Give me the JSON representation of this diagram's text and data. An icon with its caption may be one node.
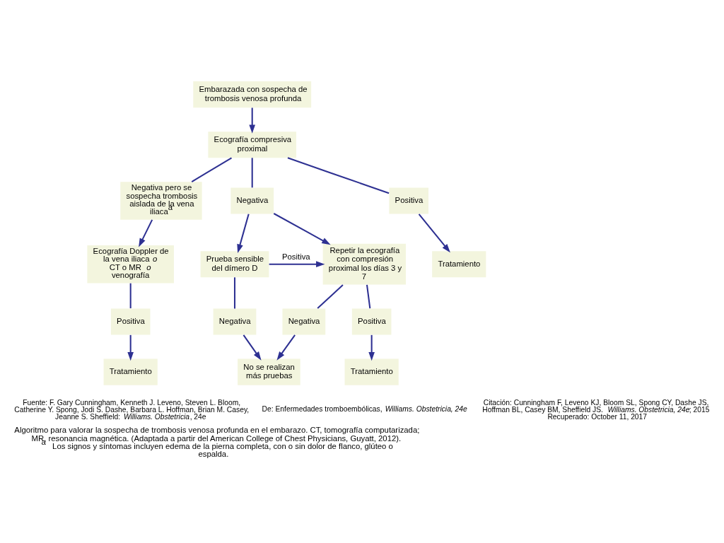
{
  "diagram": {
    "caption": "Algoritmo para valorar la sospecha de trombosis venosa profunda en el embarazo. CT, tomografía computarizada; MR, resonancia magnética. (Adaptada a partir del American College of Chest Physicians, Guyatt, 2012). $^{a}$ Los signos y síntomas incluyen edema de la pierna completa, con o sin dolor de flanco, glúteo o espalda.",
    "nodes": [
      {
        "text": [
          "Embarazada con sospecha de trombosis venosa profunda"
        ]
      },
      {
        "text": [
          "Ecografía compresiva proximal"
        ]
      },
      {
        "text": [
          "Negativa pero se sospecha trombosis aislada de la vena iliaca$^{a}$"
        ]
      },
      {
        "text": [
          "Negativa"
        ]
      },
      {
        "text": [
          "Positiva"
        ]
      },
      {
        "text": [
          "Tratamiento"
        ]
      },
      {
        "text": [
          "Ecografía Doppler de la vena iliaca *o* CT o MR *o* venografía"
        ]
      },
      {
        "text": [
          "Repetir la ecografía con compresión proximal los días 3 y 7"
        ]
      },
      {
        "text": [
          "Prueba sensible del dímero D"
        ]
      },
      {
        "text": [
          "Positiva"
        ]
      },
      {
        "text": [
          "Tratamiento"
        ]
      },
      {
        "text": [
          "Positiva"
        ]
      },
      {
        "text": [
          "Tratamiento"
        ]
      },
      {
        "text": [
          "Negativa"
        ]
      },
      {
        "text": [
          "Negativa"
        ]
      },
      {
        "text": [
          "No se realizan más pruebas"
        ]
      }
    ],
    "edges": [
      {
        "from": 0,
        "to": 1,
        "arrow": "to"
      },
      {
        "from": 1,
        "to": 2,
        "arrow": "none"
      },
      {
        "from": 1,
        "to": 3,
        "arrow": "none"
      },
      {
        "from": 1,
        "to": 4,
        "arrow": "none"
      },
      {
        "from": 2,
        "to": 6,
        "arrow": "to"
      },
      {
        "from": 3,
        "to": 7,
        "arrow": "to"
      },
      {
        "from": 3,
        "to": 8,
        "arrow": "to"
      },
      {
        "from": 4,
        "to": 5,
        "arrow": "to"
      },
      {
        "from": 8,
        "to": 7,
        "arrow": "to",
        "label": "Positiva"
      },
      {
        "from": 6,
        "to": 9,
        "arrow": "none"
      },
      {
        "from": 9,
        "to": 10,
        "arrow": "to"
      },
      {
        "from": 7,
        "to": 11,
        "arrow": "none"
      },
      {
        "from": 11,
        "to": 12,
        "arrow": "to"
      },
      {
        "from": 7,
        "to": 13,
        "arrow": "none"
      },
      {
        "from": 13,
        "to": 15,
        "arrow": "to"
      },
      {
        "from": 8,
        "to": 14,
        "arrow": "none"
      },
      {
        "from": 14,
        "to": 15,
        "arrow": "to"
      }
    ],
    "labels": [
      "Fuente: F. Gary Cunningham, Kenneth J. Leveno, Steven L. Bloom, Catherine Y. Spong, Jodi S. Dashe, Barbara L. Hoffman, Brian M. Casey, Jeanne S. Sheffield: *Williams. Obstetricia*, 24e",
      "De: Enfermedades tromboembólicas, *Williams. Obstetricia, 24e*",
      "Citación: Cunningham F, Leveno KJ, Bloom SL, Spong CY, Dashe JS, Hoffman BL, Casey BM, Sheffield JS. *Williams. Obstetricia, 24e*; 2015 Recuperado: October 11, 2017"
    ]
  }
}
